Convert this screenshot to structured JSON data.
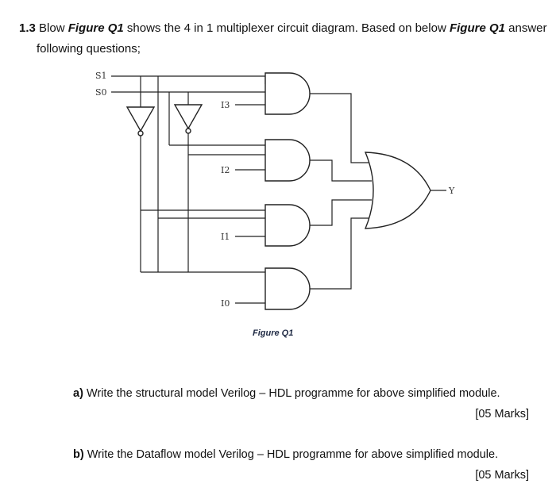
{
  "question": {
    "number": "1.3",
    "word_blow": "Blow",
    "figure_ref": "Figure Q1",
    "text_mid": "shows the 4 in 1 multiplexer circuit diagram. Based on below",
    "text_end": "answer",
    "line2": "following questions;"
  },
  "diagram": {
    "inputs": {
      "s1": "S1",
      "s0": "S0",
      "i3": "I3",
      "i2": "I2",
      "i1": "I1",
      "i0": "I0"
    },
    "output": "Y",
    "caption": "Figure Q1"
  },
  "parts": [
    {
      "label": "a)",
      "text": "Write the structural model Verilog – HDL programme for above simplified module.",
      "marks": "[05 Marks]"
    },
    {
      "label": "b)",
      "text": "Write the Dataflow model Verilog – HDL programme for above simplified module.",
      "marks": "[05 Marks]"
    }
  ]
}
